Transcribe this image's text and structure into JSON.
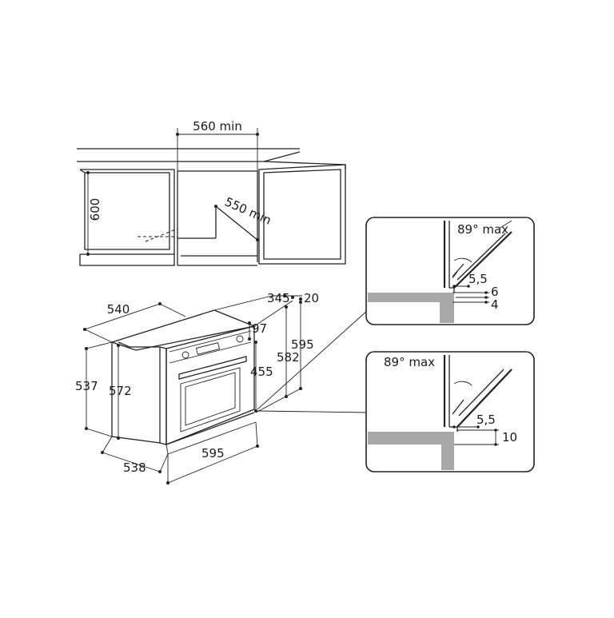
{
  "cabinet_view": {
    "width_label": "560 min",
    "height_label": "600",
    "depth_label": "550 min"
  },
  "oven_view": {
    "depth_top_label": "540",
    "top_offset_a_label": "345",
    "top_offset_b_label": "20",
    "panel_label": "97",
    "height_outer_label": "595",
    "height_mid_label": "582",
    "height_inner_label": "455",
    "side_height_label": "537",
    "body_height_label": "572",
    "bottom_depth_label": "538",
    "width_label": "595"
  },
  "detail_top": {
    "angle_label": "89° max",
    "gap_label": "5,5",
    "offset_a_label": "6",
    "offset_b_label": "4"
  },
  "detail_bottom": {
    "angle_label": "89° max",
    "gap_label": "5,5",
    "offset_label": "10"
  }
}
